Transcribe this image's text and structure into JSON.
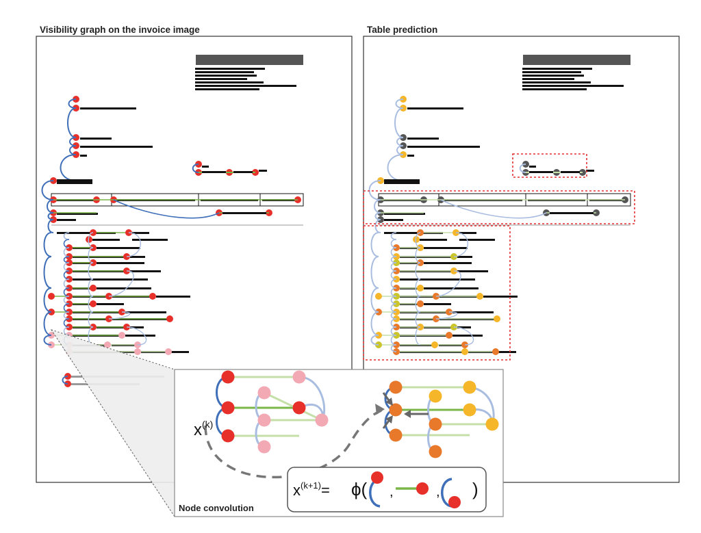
{
  "titles": {
    "left": "Visibility  graph on the invoice image",
    "right": "Table prediction"
  },
  "inset": {
    "label": "Node convolution",
    "xk_base": "x",
    "xk_sup": "(k)",
    "formula_lhs_base": "x",
    "formula_lhs_sup": "(k+1)",
    "formula_eq": "=",
    "formula_phi": "ϕ(",
    "formula_close": ")",
    "formula_comma": ","
  },
  "colors": {
    "node_red": "#e8302a",
    "node_pink": "#f2a9b4",
    "node_dark": "#555555",
    "node_orange": "#e8792a",
    "node_yellow": "#f5b62a",
    "node_olive": "#c9c52a",
    "edge_blue": "#3f6fb8",
    "edge_lightblue": "#a9bde0",
    "edge_green": "#7ab648",
    "edge_lightgreen": "#c4dfa8",
    "box_red": "#e03030",
    "text_bar": "#111111"
  }
}
